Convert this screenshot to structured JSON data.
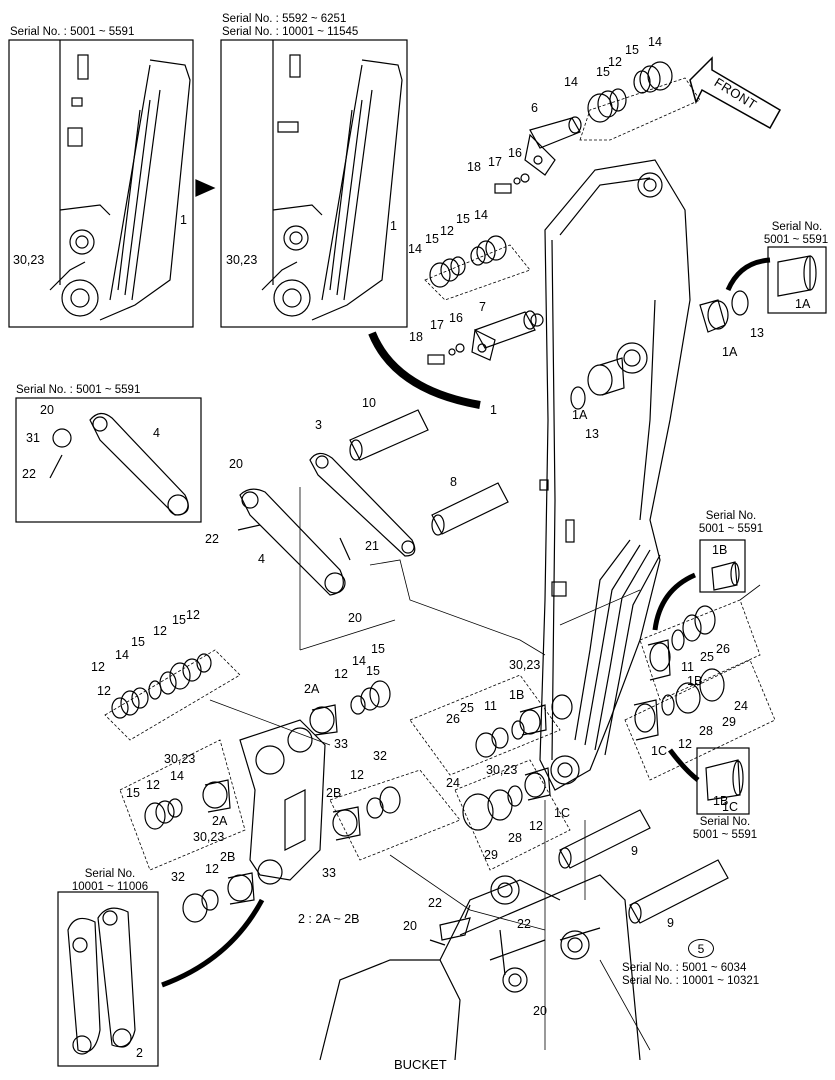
{
  "serials": {
    "top_left": "Serial No. : 5001 ~ 5591",
    "top_mid_1": "Serial No. : 5592 ~ 6251",
    "top_mid_2": "Serial No. : 10001 ~ 11545",
    "mid_left": "Serial No. : 5001 ~ 5591",
    "right_1a_a": "Serial No.",
    "right_1a_b": "5001 ~ 5591",
    "right_1b_a": "Serial No.",
    "right_1b_b": "5001 ~ 5591",
    "right_1c_a": "Serial No.",
    "right_1c_b": "5001 ~ 5591",
    "bottom_left_a": "Serial No.",
    "bottom_left_b": "10001 ~ 11006",
    "bottom_right_1": "Serial No. : 5001 ~ 6034",
    "bottom_right_2": "Serial No. : 10001 ~ 10321"
  },
  "texts": {
    "front": "FRONT",
    "bucket": "BUCKET",
    "group_note": "2 : 2A ~ 2B",
    "circled_ref": "5"
  },
  "labels": [
    "1",
    "1",
    "30,23",
    "30,23",
    "1",
    "1A",
    "1A",
    "1A",
    "13",
    "13",
    "6",
    "7",
    "8",
    "9",
    "9",
    "10",
    "14",
    "15",
    "12",
    "15",
    "14",
    "14",
    "15",
    "12",
    "15",
    "14",
    "18",
    "17",
    "16",
    "18",
    "17",
    "16",
    "20",
    "31",
    "4",
    "22",
    "3",
    "20",
    "22",
    "4",
    "21",
    "20",
    "12",
    "15",
    "12",
    "15",
    "14",
    "12",
    "12",
    "15",
    "12",
    "14",
    "15",
    "2A",
    "33",
    "30,23",
    "14",
    "12",
    "15",
    "2A",
    "30,23",
    "2B",
    "33",
    "12",
    "32",
    "2B",
    "12",
    "32",
    "30,23",
    "1B",
    "25",
    "11",
    "26",
    "30,23",
    "24",
    "28",
    "12",
    "1C",
    "29",
    "1B",
    "26",
    "11",
    "25",
    "1B",
    "24",
    "29",
    "28",
    "12",
    "1C",
    "1B",
    "1C",
    "22",
    "20",
    "22",
    "20",
    "2"
  ],
  "colors": {
    "ink": "#000000",
    "paper": "#ffffff"
  }
}
